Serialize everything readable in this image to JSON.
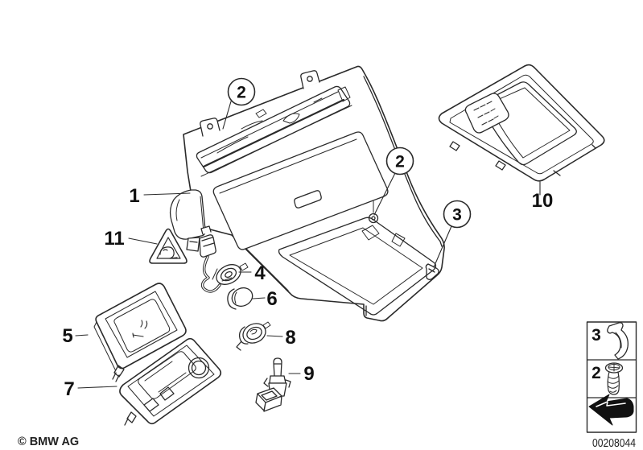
{
  "colors": {
    "line": "#2a2a2a",
    "background": "#ffffff"
  },
  "callouts": {
    "part1": "1",
    "part2_top": "2",
    "part2_right": "2",
    "part3": "3",
    "part4": "4",
    "part5": "5",
    "part6": "6",
    "part7": "7",
    "part8": "8",
    "part9": "9",
    "part10": "10",
    "part11": "11"
  },
  "legend": {
    "rows": [
      {
        "qty": "3",
        "icon": "clip-icon"
      },
      {
        "qty": "2",
        "icon": "screw-icon"
      },
      {
        "icon": "direction-arrow-icon"
      }
    ]
  },
  "footer": {
    "copyright": "© BMW AG",
    "diagram_number": "00208044"
  }
}
